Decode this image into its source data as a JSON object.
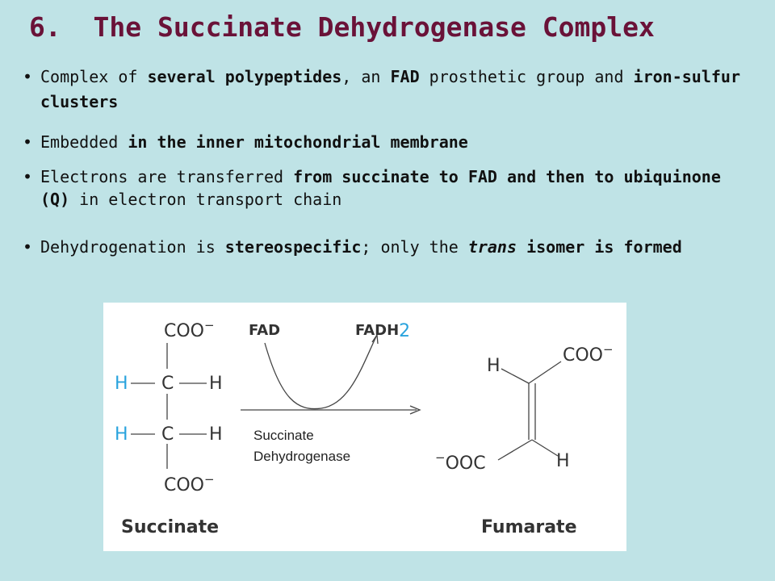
{
  "title": {
    "number": "6.",
    "text": "The Succinate Dehydrogenase Complex"
  },
  "bullets": [
    {
      "bullet": "•",
      "parts": [
        {
          "t": "Complex of ",
          "s": "n"
        },
        {
          "t": "several polypeptides",
          "s": "b"
        },
        {
          "t": ", an ",
          "s": "n"
        },
        {
          "t": "FAD",
          "s": "b"
        },
        {
          "t": " prosthetic group and ",
          "s": "n"
        },
        {
          "t": "iron-sulfur clusters",
          "s": "b"
        }
      ]
    },
    {
      "bullet": "•",
      "parts": [
        {
          "t": "Embedded ",
          "s": "n"
        },
        {
          "t": "in the inner mitochondrial membrane",
          "s": "b"
        }
      ]
    },
    {
      "bullet": "•",
      "parts": [
        {
          "t": "Electrons are transferred ",
          "s": "n"
        },
        {
          "t": "from succinate to FAD and then to ubiquinone (Q)",
          "s": "b"
        },
        {
          "t": " in electron transport chain",
          "s": "n"
        }
      ]
    },
    {
      "bullet": "•",
      "parts": [
        {
          "t": "Dehydrogenation is ",
          "s": "n"
        },
        {
          "t": "stereospecific",
          "s": "b"
        },
        {
          "t": "; only the ",
          "s": "n"
        },
        {
          "t": "trans",
          "s": "bi"
        },
        {
          "t": " isomer is formed",
          "s": "b"
        }
      ]
    }
  ],
  "diagram": {
    "colors": {
      "h_blue": "#29a3dd",
      "ink": "#333333"
    },
    "succinate": {
      "top_group": "COO",
      "bottom_group": "COO",
      "charge": "−",
      "carbon": "C",
      "hydrogen": "H",
      "label": "Succinate"
    },
    "reaction": {
      "fad": "FAD",
      "fadh_base": "FADH",
      "fadh_sub": "2",
      "enzyme_line1": "Succinate",
      "enzyme_line2": "Dehydrogenase"
    },
    "fumarate": {
      "top_group": "COO",
      "bottom_group": "OOC",
      "charge": "−",
      "hydrogen": "H",
      "label": "Fumarate"
    }
  }
}
